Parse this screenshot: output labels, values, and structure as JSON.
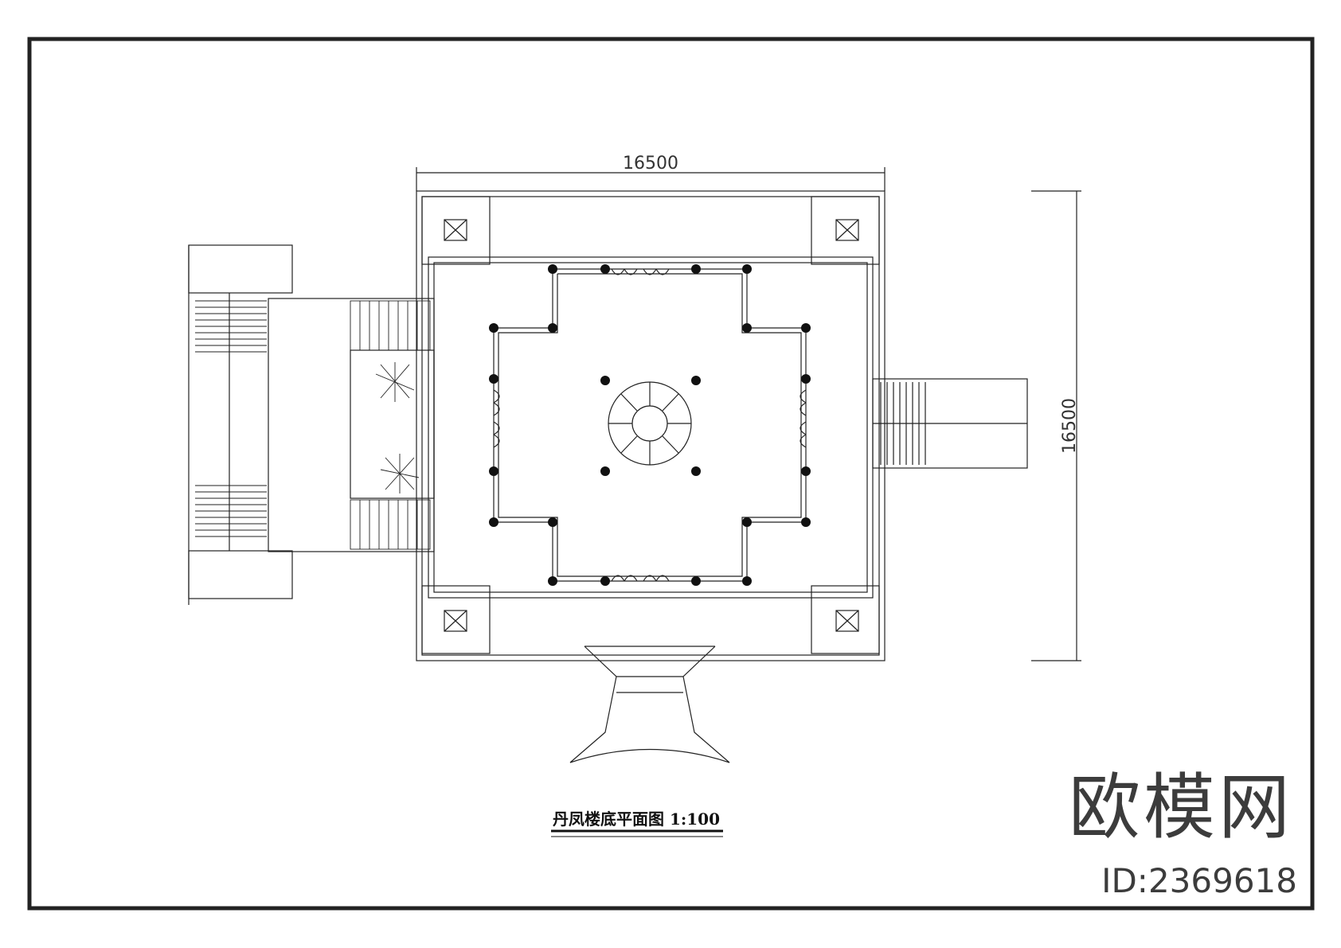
{
  "drawing": {
    "title": "丹凤楼底平面图 1:100",
    "dimension_top": "16500",
    "dimension_right": "16500"
  },
  "watermark": {
    "logo_text": "欧模网",
    "id_text": "ID:2369618"
  }
}
